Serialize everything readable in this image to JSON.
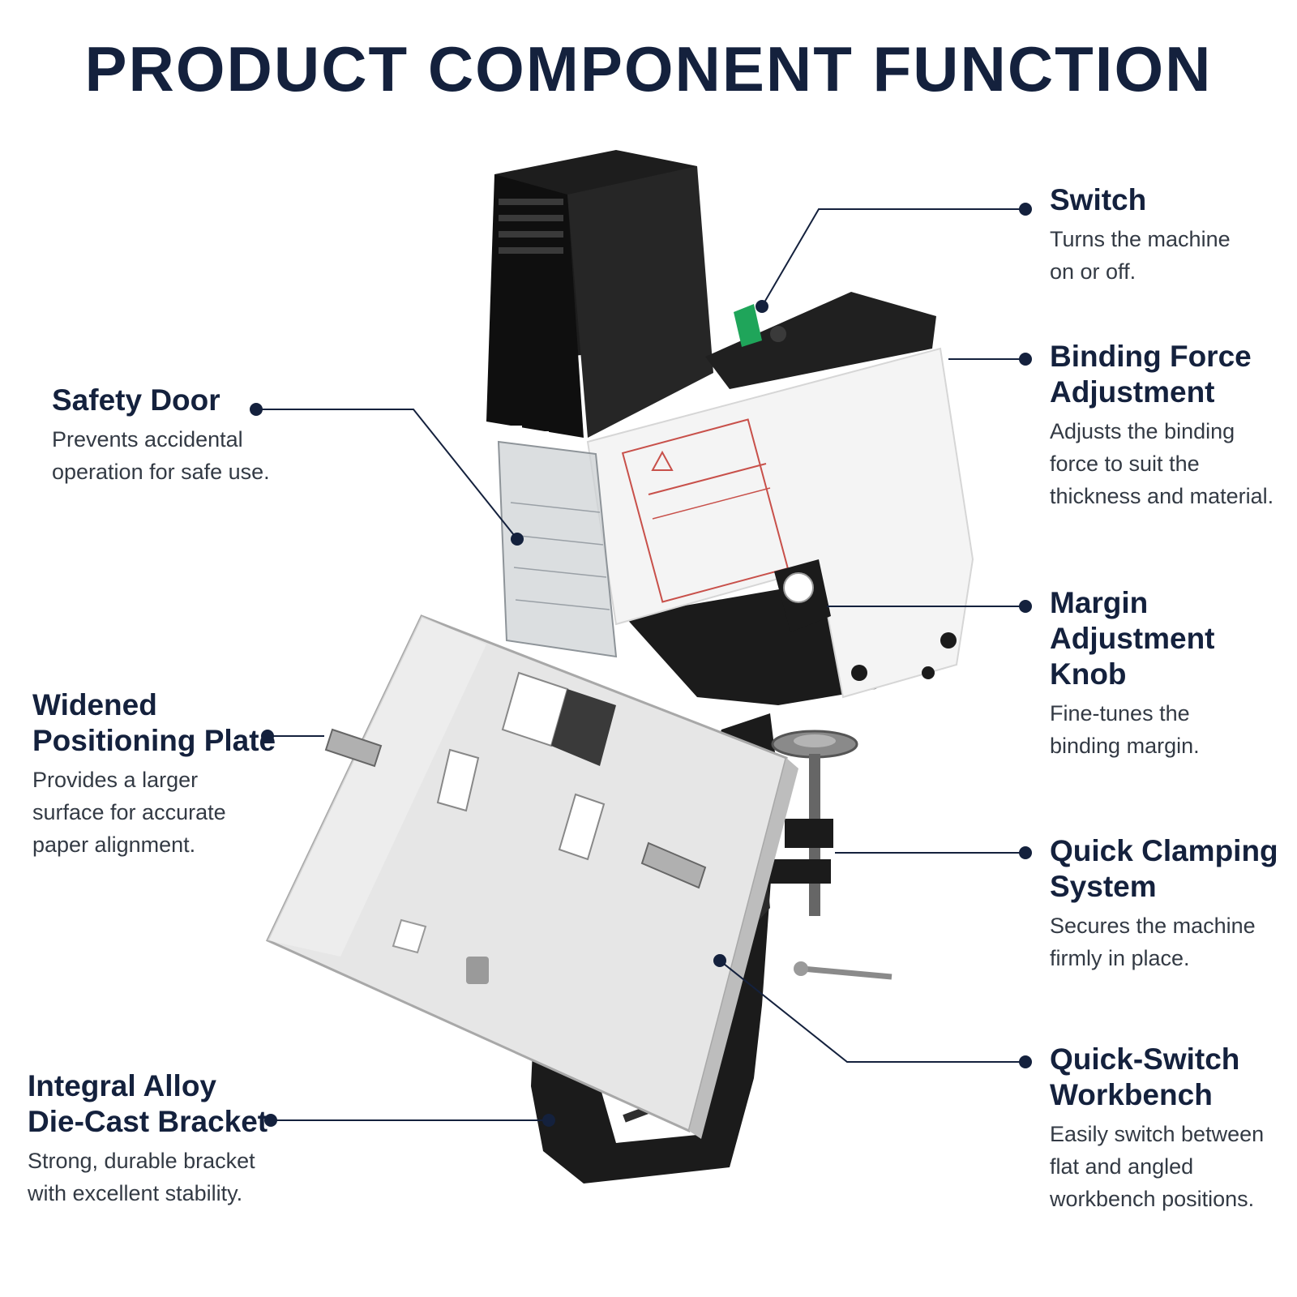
{
  "title": "PRODUCT COMPONENT FUNCTION",
  "colors": {
    "navy": "#14213d",
    "machine_black": "#1b1b1b",
    "plate_silver": "#e6e6e6",
    "switch_green": "#1fa55a",
    "warning_red": "#c8504a"
  },
  "callouts": {
    "switch": {
      "title_lines": [
        "Switch"
      ],
      "desc_lines": [
        "Turns the machine",
        "on or off."
      ]
    },
    "binding_force": {
      "title_lines": [
        "Binding Force",
        "Adjustment"
      ],
      "desc_lines": [
        "Adjusts the binding",
        "force to suit the",
        "thickness and material."
      ]
    },
    "margin_knob": {
      "title_lines": [
        "Margin",
        "Adjustment Knob"
      ],
      "desc_lines": [
        "Fine-tunes the",
        "binding margin."
      ]
    },
    "quick_clamp": {
      "title_lines": [
        "Quick Clamping",
        "System"
      ],
      "desc_lines": [
        "Secures the machine",
        "firmly in place."
      ]
    },
    "quick_switch": {
      "title_lines": [
        "Quick-Switch",
        "Workbench"
      ],
      "desc_lines": [
        "Easily switch between",
        "flat and angled",
        "workbench positions."
      ]
    },
    "safety_door": {
      "title_lines": [
        "Safety Door"
      ],
      "desc_lines": [
        "Prevents accidental",
        "operation for safe use."
      ]
    },
    "positioning_plate": {
      "title_lines": [
        "Widened",
        "Positioning Plate"
      ],
      "desc_lines": [
        "Provides a larger",
        "surface for accurate",
        "paper alignment."
      ]
    },
    "bracket": {
      "title_lines": [
        "Integral Alloy",
        "Die-Cast Bracket"
      ],
      "desc_lines": [
        "Strong, durable bracket",
        "with excellent stability."
      ]
    }
  }
}
